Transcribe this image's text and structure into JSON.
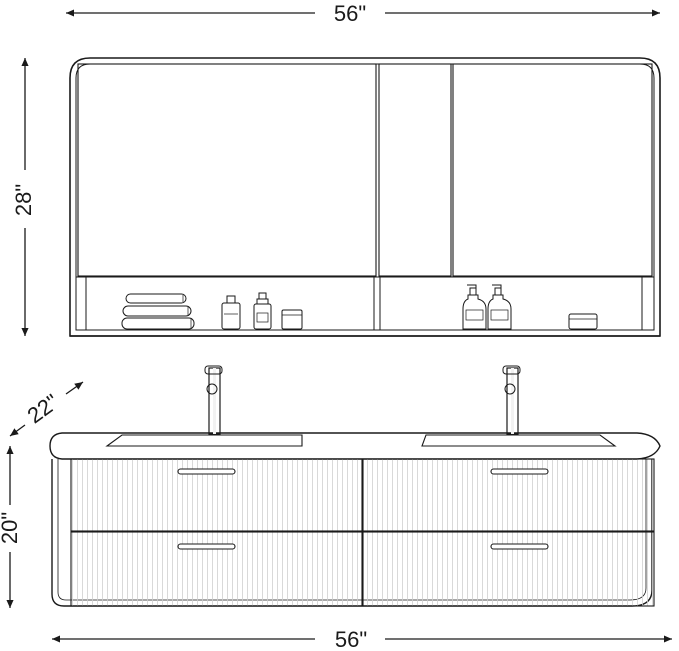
{
  "dimensions": {
    "mirror_width": "56\"",
    "mirror_height": "28\"",
    "vanity_depth": "22\"",
    "vanity_height": "20\"",
    "vanity_width": "56\""
  },
  "colors": {
    "line": "#1a1a1a",
    "background": "#ffffff"
  }
}
